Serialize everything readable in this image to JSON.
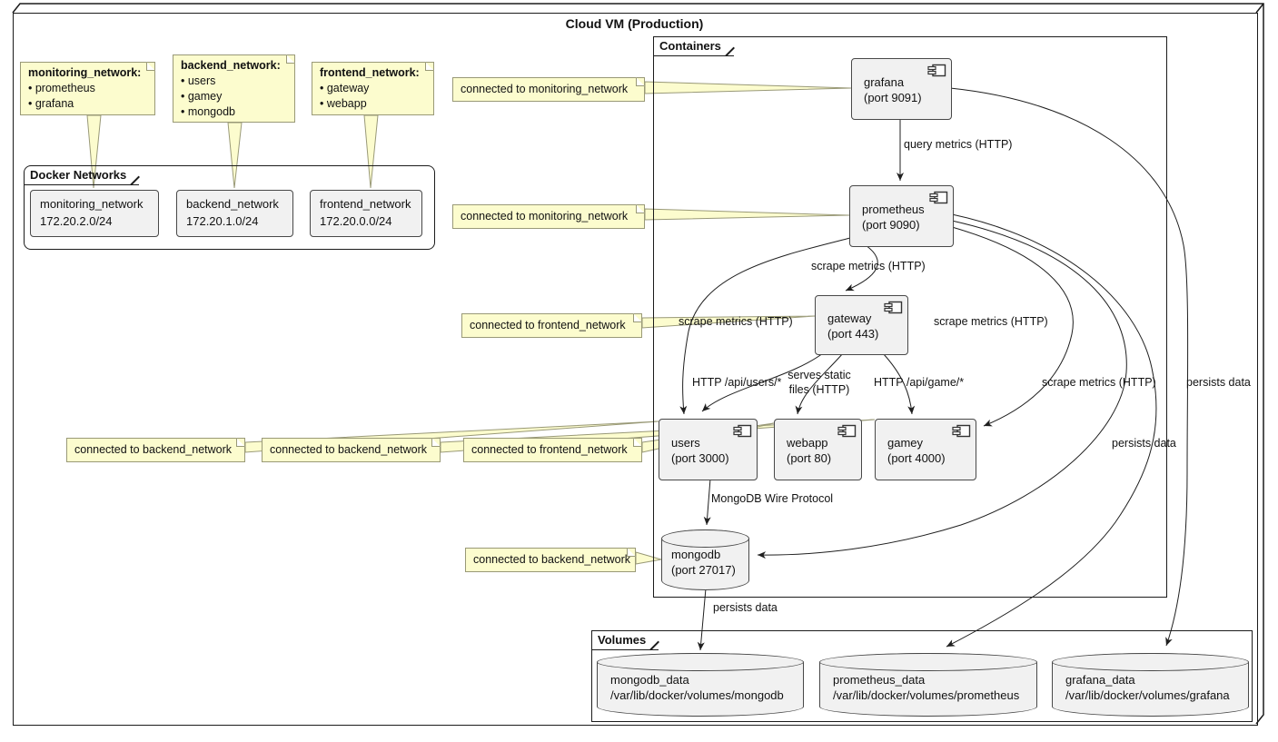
{
  "title": "Cloud VM (Production)",
  "frames": {
    "containers": "Containers",
    "networks": "Docker Networks",
    "volumes": "Volumes"
  },
  "network_notes": [
    {
      "title": "monitoring_network:",
      "items": [
        "prometheus",
        "grafana"
      ]
    },
    {
      "title": "backend_network:",
      "items": [
        "users",
        "gamey",
        "mongodb"
      ]
    },
    {
      "title": "frontend_network:",
      "items": [
        "gateway",
        "webapp"
      ]
    }
  ],
  "networks": [
    {
      "name": "monitoring_network",
      "subnet": "172.20.2.0/24"
    },
    {
      "name": "backend_network",
      "subnet": "172.20.1.0/24"
    },
    {
      "name": "frontend_network",
      "subnet": "172.20.0.0/24"
    }
  ],
  "containers": [
    {
      "name": "grafana",
      "port": "(port 9091)"
    },
    {
      "name": "prometheus",
      "port": "(port 9090)"
    },
    {
      "name": "gateway",
      "port": "(port 443)"
    },
    {
      "name": "users",
      "port": "(port 3000)"
    },
    {
      "name": "webapp",
      "port": "(port 80)"
    },
    {
      "name": "gamey",
      "port": "(port 4000)"
    },
    {
      "name": "mongodb",
      "port": "(port 27017)"
    }
  ],
  "volumes": [
    {
      "name": "mongodb_data",
      "path": "/var/lib/docker/volumes/mongodb"
    },
    {
      "name": "prometheus_data",
      "path": "/var/lib/docker/volumes/prometheus"
    },
    {
      "name": "grafana_data",
      "path": "/var/lib/docker/volumes/grafana"
    }
  ],
  "connection_notes": [
    {
      "text": "connected to monitoring_network",
      "target": "grafana"
    },
    {
      "text": "connected to monitoring_network",
      "target": "prometheus"
    },
    {
      "text": "connected to frontend_network",
      "target": "gateway"
    },
    {
      "text": "connected to backend_network",
      "target": "users"
    },
    {
      "text": "connected to backend_network",
      "target": "gamey"
    },
    {
      "text": "connected to frontend_network",
      "target": "webapp"
    },
    {
      "text": "connected to backend_network",
      "target": "mongodb"
    }
  ],
  "edges": [
    {
      "from": "grafana",
      "to": "prometheus",
      "label": "query metrics (HTTP)"
    },
    {
      "from": "prometheus",
      "to": "gateway",
      "label": "scrape metrics (HTTP)"
    },
    {
      "from": "prometheus",
      "to": "users",
      "label": "scrape metrics (HTTP)"
    },
    {
      "from": "prometheus",
      "to": "gamey",
      "label": "scrape metrics (HTTP)"
    },
    {
      "from": "prometheus",
      "to": "mongodb",
      "label": "scrape metrics (HTTP)"
    },
    {
      "from": "gateway",
      "to": "users",
      "label": "HTTP /api/users/*"
    },
    {
      "from": "gateway",
      "to": "webapp",
      "label": "serves static files (HTTP)"
    },
    {
      "from": "gateway",
      "to": "gamey",
      "label": "HTTP /api/game/*"
    },
    {
      "from": "users",
      "to": "mongodb",
      "label": "MongoDB Wire Protocol"
    },
    {
      "from": "mongodb",
      "to": "mongodb_data",
      "label": "persists data"
    },
    {
      "from": "prometheus",
      "to": "prometheus_data",
      "label": "persists data"
    },
    {
      "from": "grafana",
      "to": "grafana_data",
      "label": "persists data"
    }
  ],
  "colors": {
    "note_fill": "#FCFCCE",
    "box_fill": "#F1F1F1",
    "border": "#1B1B1B"
  }
}
